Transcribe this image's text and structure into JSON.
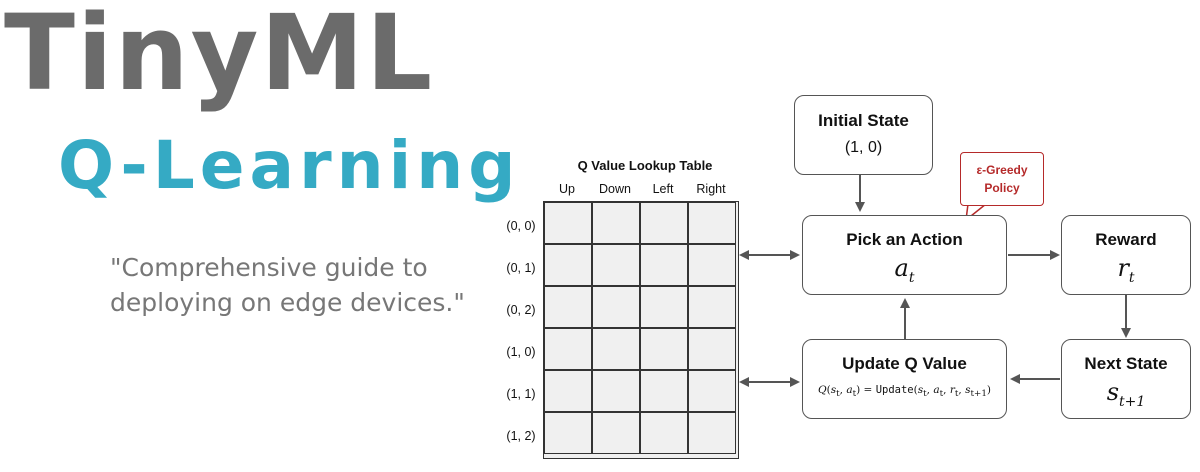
{
  "title": "TinyML",
  "subtitle": "Q-Learning",
  "quote": "\"Comprehensive guide to deploying on edge devices.\"",
  "qtable": {
    "title": "Q Value Lookup Table",
    "columns": [
      "Up",
      "Down",
      "Left",
      "Right"
    ],
    "rows": [
      "(0, 0)",
      "(0, 1)",
      "(0, 2)",
      "(1, 0)",
      "(1, 1)",
      "(1, 2)"
    ]
  },
  "nodes": {
    "initial_state": {
      "title": "Initial State",
      "value": "(1, 0)"
    },
    "pick_action": {
      "title": "Pick an Action",
      "value": "a_t"
    },
    "reward": {
      "title": "Reward",
      "value": "r_t"
    },
    "next_state": {
      "title": "Next State",
      "value": "s_t+1"
    },
    "update_q": {
      "title": "Update Q Value",
      "formula": "Q(s_t, a_t) = Update(s_t, a_t, r_t, s_t+1)"
    }
  },
  "policy_callout": {
    "line1": "ε-Greedy",
    "line2": "Policy"
  },
  "colors": {
    "title": "#6b6b6b",
    "subtitle": "#35aac4",
    "policy": "#b52a2a"
  }
}
